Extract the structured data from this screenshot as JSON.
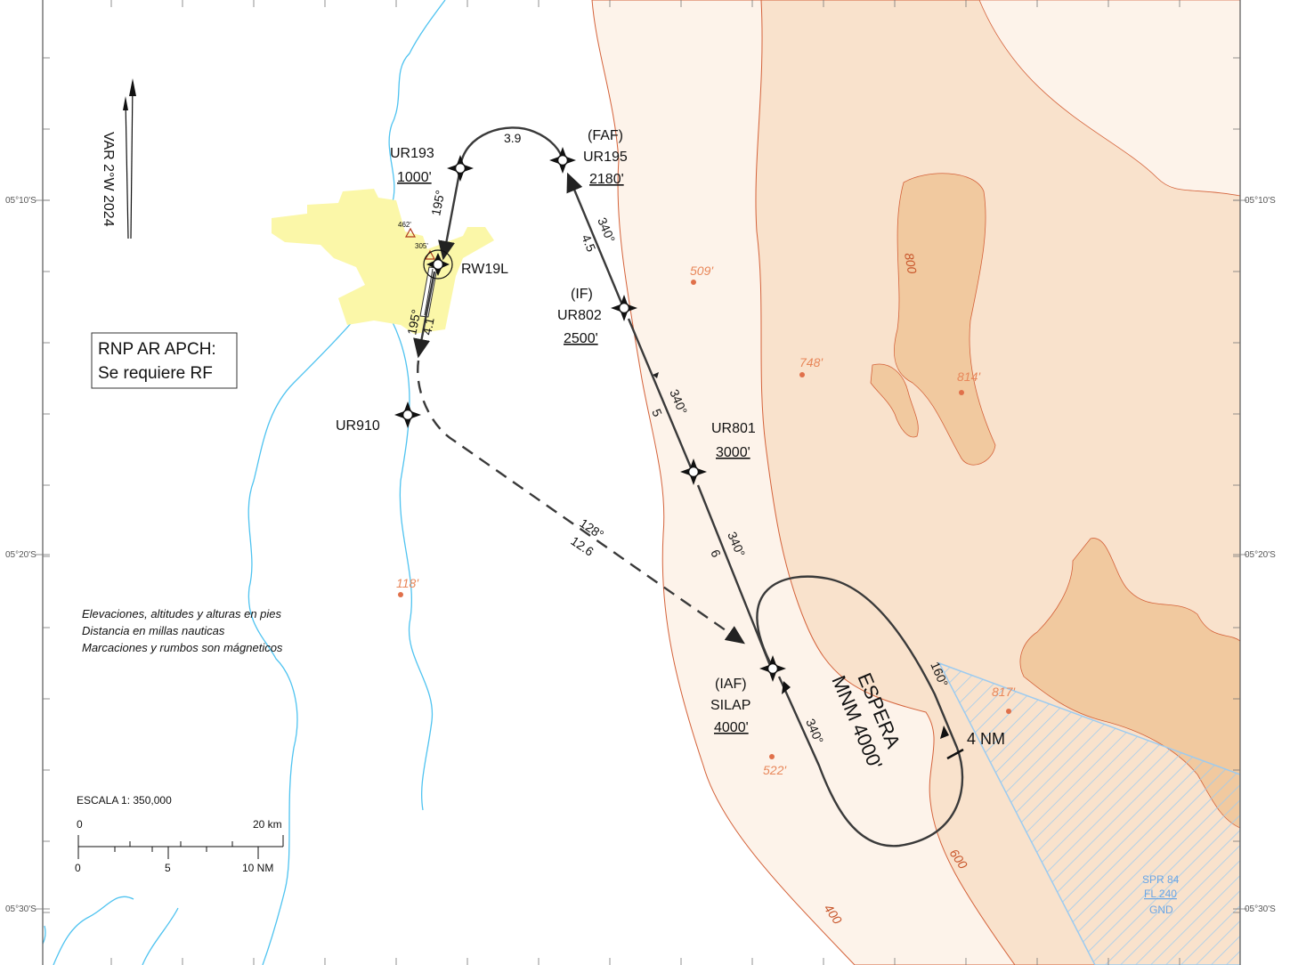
{
  "coords": {
    "lat_1": "05°10'S",
    "lat_2": "05°20'S",
    "lat_3": "05°30'S"
  },
  "variation": "VAR 2°W 2024",
  "rnp_box": {
    "line1": "RNP AR APCH:",
    "line2": "Se requiere RF"
  },
  "waypoints": {
    "ur193": {
      "name": "UR193",
      "alt": "1000'"
    },
    "ur195": {
      "role": "(FAF)",
      "name": "UR195",
      "alt": "2180'"
    },
    "rw19l": {
      "name": "RW19L"
    },
    "ur802": {
      "role": "(IF)",
      "name": "UR802",
      "alt": "2500'"
    },
    "ur910": {
      "name": "UR910"
    },
    "ur801": {
      "name": "UR801",
      "alt": "3000'"
    },
    "silap": {
      "role": "(IAF)",
      "name": "SILAP",
      "alt": "4000'"
    }
  },
  "legs": {
    "arc_dist": "3.9",
    "ur193_rw_course": "195°",
    "rw_ur910_course": "195°",
    "rw_ur910_dist": "4.1",
    "ur802_ur195_course": "340°",
    "ur802_ur195_dist": "4.5",
    "ur801_ur802_course": "340°",
    "ur801_ur802_dist": "5",
    "silap_ur801_course": "340°",
    "silap_ur801_dist": "6",
    "missed_course": "128°",
    "missed_dist": "12.6"
  },
  "holding": {
    "title": "ESPERA",
    "mnm": "MNM 4000'",
    "inbound": "340°",
    "outbound": "160°",
    "leg": "4 NM"
  },
  "elevations": {
    "e462": "462'",
    "e305": "305'",
    "e509": "509'",
    "e748": "748'",
    "e814": "814'",
    "e118": "118'",
    "e817": "817'",
    "e522": "522'"
  },
  "contours": {
    "c800": "800",
    "c600": "600",
    "c400": "400"
  },
  "notes": {
    "line1": "Elevaciones, altitudes y alturas en pies",
    "line2": "Distancia en millas nauticas",
    "line3": "Marcaciones y rumbos son mágneticos"
  },
  "scale": {
    "title": "ESCALA 1: 350,000",
    "km0": "0",
    "km20": "20 km",
    "nm0": "0",
    "nm5": "5",
    "nm10": "10 NM"
  },
  "spr": {
    "name": "SPR 84",
    "upper": "FL 240",
    "lower": "GND"
  },
  "colors": {
    "terrain_low": "#fdf3ea",
    "terrain_mid": "#f9e2cc",
    "terrain_high": "#f1c99f",
    "contour": "#d4623a",
    "river": "#4fc3f0",
    "town": "#fbf7a8",
    "track": "#3a3a3a",
    "restricted": "#8cc4ec"
  }
}
